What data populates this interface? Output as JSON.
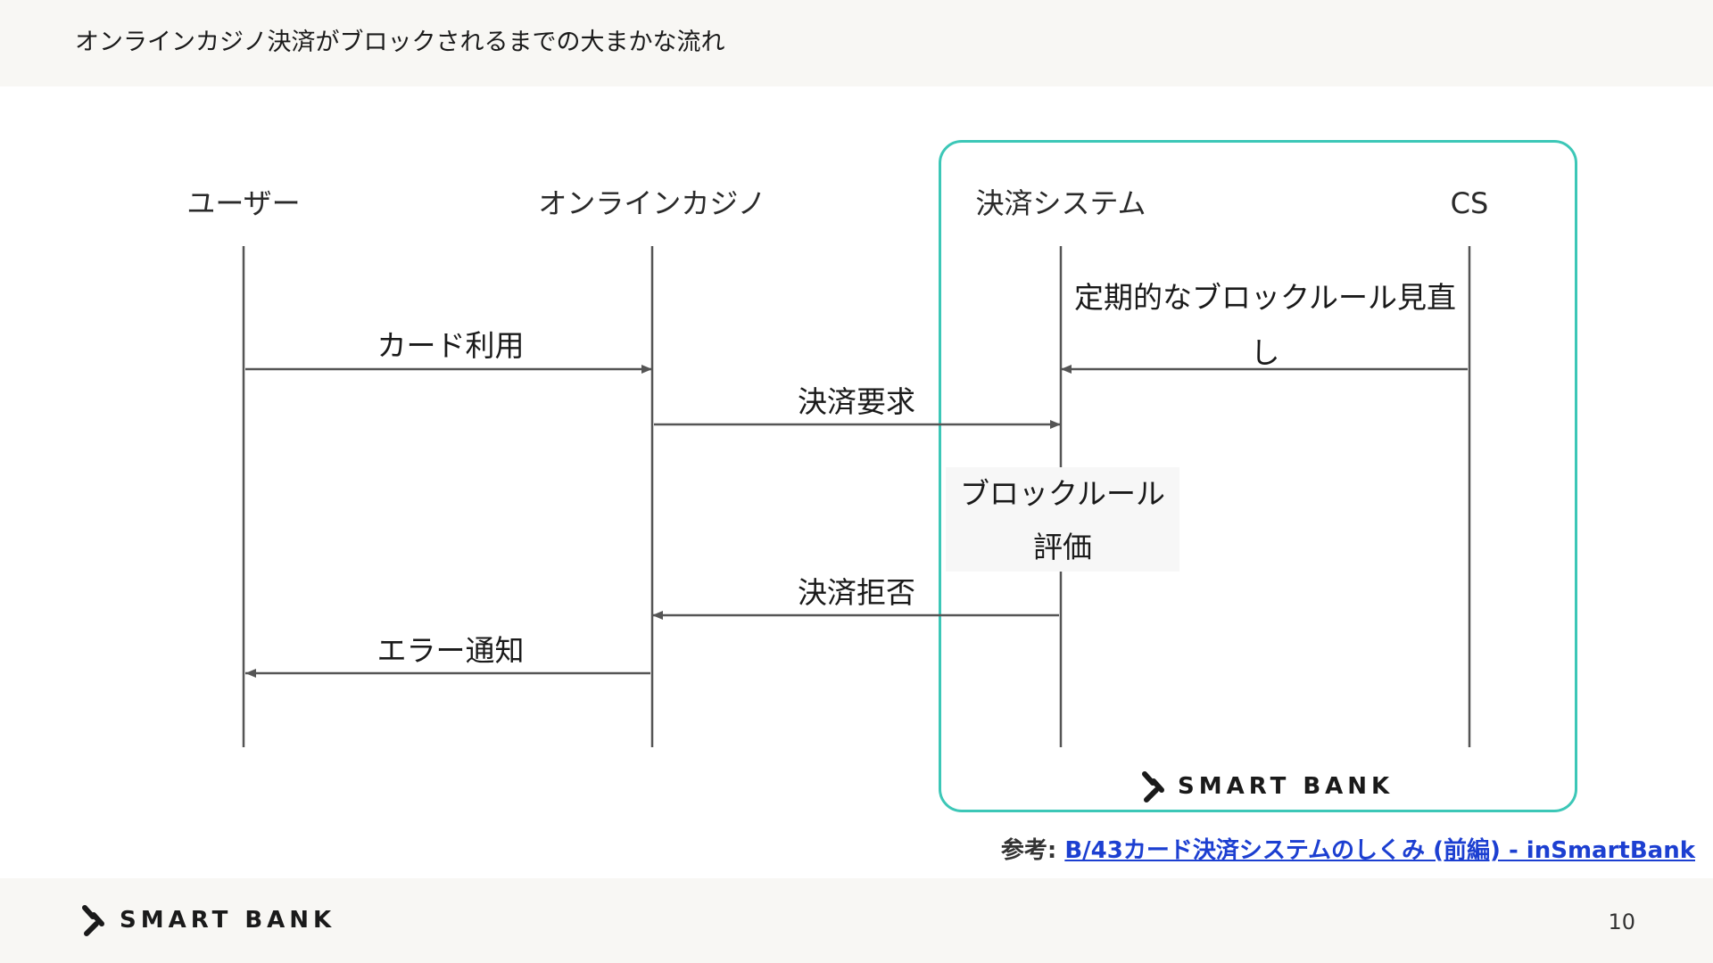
{
  "slide": {
    "title": "オンラインカジノ決済がブロックされるまでの大まかな流れ",
    "page_number": "10"
  },
  "lifelines": [
    {
      "id": "user",
      "label": "ユーザー"
    },
    {
      "id": "casino",
      "label": "オンラインカジノ"
    },
    {
      "id": "payment",
      "label": "決済システム"
    },
    {
      "id": "cs",
      "label": "CS"
    }
  ],
  "messages": {
    "card_use": {
      "from": "user",
      "to": "casino",
      "label": "カード利用"
    },
    "payment_request": {
      "from": "casino",
      "to": "payment",
      "label": "決済要求"
    },
    "rule_review": {
      "from": "cs",
      "to": "payment",
      "label": "定期的なブロックルール見直し"
    },
    "payment_reject": {
      "from": "payment",
      "to": "casino",
      "label": "決済拒否"
    },
    "error_notify": {
      "from": "casino",
      "to": "user",
      "label": "エラー通知"
    }
  },
  "activity": {
    "label": "ブロックルール評価"
  },
  "logo": {
    "text": "SMART BANK"
  },
  "reference": {
    "prefix": "参考: ",
    "link_text": "B/43カード決済システムのしくみ (前編) - inSmartBank"
  },
  "colors": {
    "header_bg": "#f8f7f4",
    "highlight_border": "#3cc7b7",
    "line": "#555555",
    "link": "#1c3fd1"
  }
}
